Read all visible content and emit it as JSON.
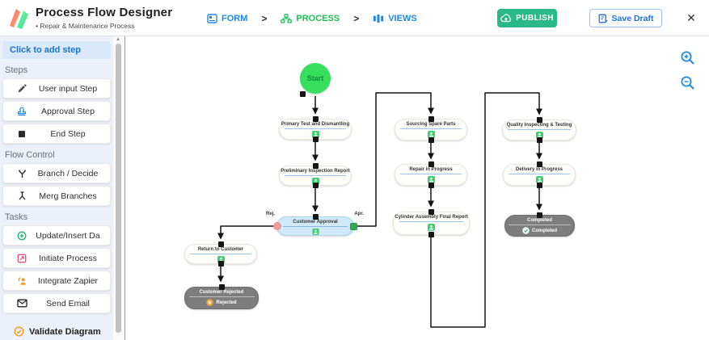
{
  "colors": {
    "accent_blue": "#1e88e5",
    "tab_green": "#1dbf56",
    "publish_green": "#2cb98a",
    "start_green": "#36df5c",
    "node_icon_green": "#3fcf73",
    "approval_node_blue": "#cfe9f8",
    "end_node_gray": "#7d7d7d",
    "warn_orange": "#f59b1b",
    "reject_port_pink": "#f49c9c",
    "approve_port_green": "#2fae4e"
  },
  "header": {
    "title": "Process Flow Designer",
    "subtitle_bullet": "•",
    "subtitle": "Repair & Maintenance Process",
    "nav_separator": ">",
    "nav": [
      {
        "label": "FORM",
        "icon": "form-icon"
      },
      {
        "label": "PROCESS",
        "icon": "process-icon"
      },
      {
        "label": "VIEWS",
        "icon": "views-icon"
      }
    ],
    "publish_label": "PUBLISH",
    "save_draft_label": "Save Draft",
    "close_icon": "✕"
  },
  "sidebar": {
    "add_step_label": "Click to add step",
    "sections": {
      "steps": {
        "label": "Steps",
        "items": [
          {
            "label": "User input Step",
            "icon": "pencil-icon"
          },
          {
            "label": "Approval Step",
            "icon": "stamp-icon"
          },
          {
            "label": "End Step",
            "icon": "stop-square-icon"
          }
        ]
      },
      "flow_control": {
        "label": "Flow Control",
        "items": [
          {
            "label": "Branch / Decide",
            "icon": "branch-icon"
          },
          {
            "label": "Merg Branches",
            "icon": "merge-icon"
          }
        ]
      },
      "tasks": {
        "label": "Tasks",
        "items": [
          {
            "label": "Update/Insert Da",
            "icon": "insert-record-icon"
          },
          {
            "label": "Initiate Process",
            "icon": "initiate-process-icon"
          },
          {
            "label": "Integrate Zapier",
            "icon": "zapier-icon"
          },
          {
            "label": "Send Email",
            "icon": "email-icon"
          }
        ]
      }
    },
    "validate_label": "Validate Diagram"
  },
  "canvas": {
    "start_label": "Start",
    "ports": {
      "reject_label": "Rej.",
      "approve_label": "Apr."
    },
    "nodes": [
      {
        "title": "Primary Test and Dismantling"
      },
      {
        "title": "Preliminary Inspection Report"
      },
      {
        "title": "Customer Approval"
      },
      {
        "title": "Return to Customer"
      },
      {
        "title": "Customer Rejected",
        "status": "Rejected"
      },
      {
        "title": "Sourcing Spare Parts"
      },
      {
        "title": "Repair in Progress"
      },
      {
        "title": "Cylinder Assembly Final Report"
      },
      {
        "title": "Quality Inspecting & Testing"
      },
      {
        "title": "Delivery in Progress"
      },
      {
        "title": "Completed",
        "status": "Completed"
      }
    ]
  }
}
